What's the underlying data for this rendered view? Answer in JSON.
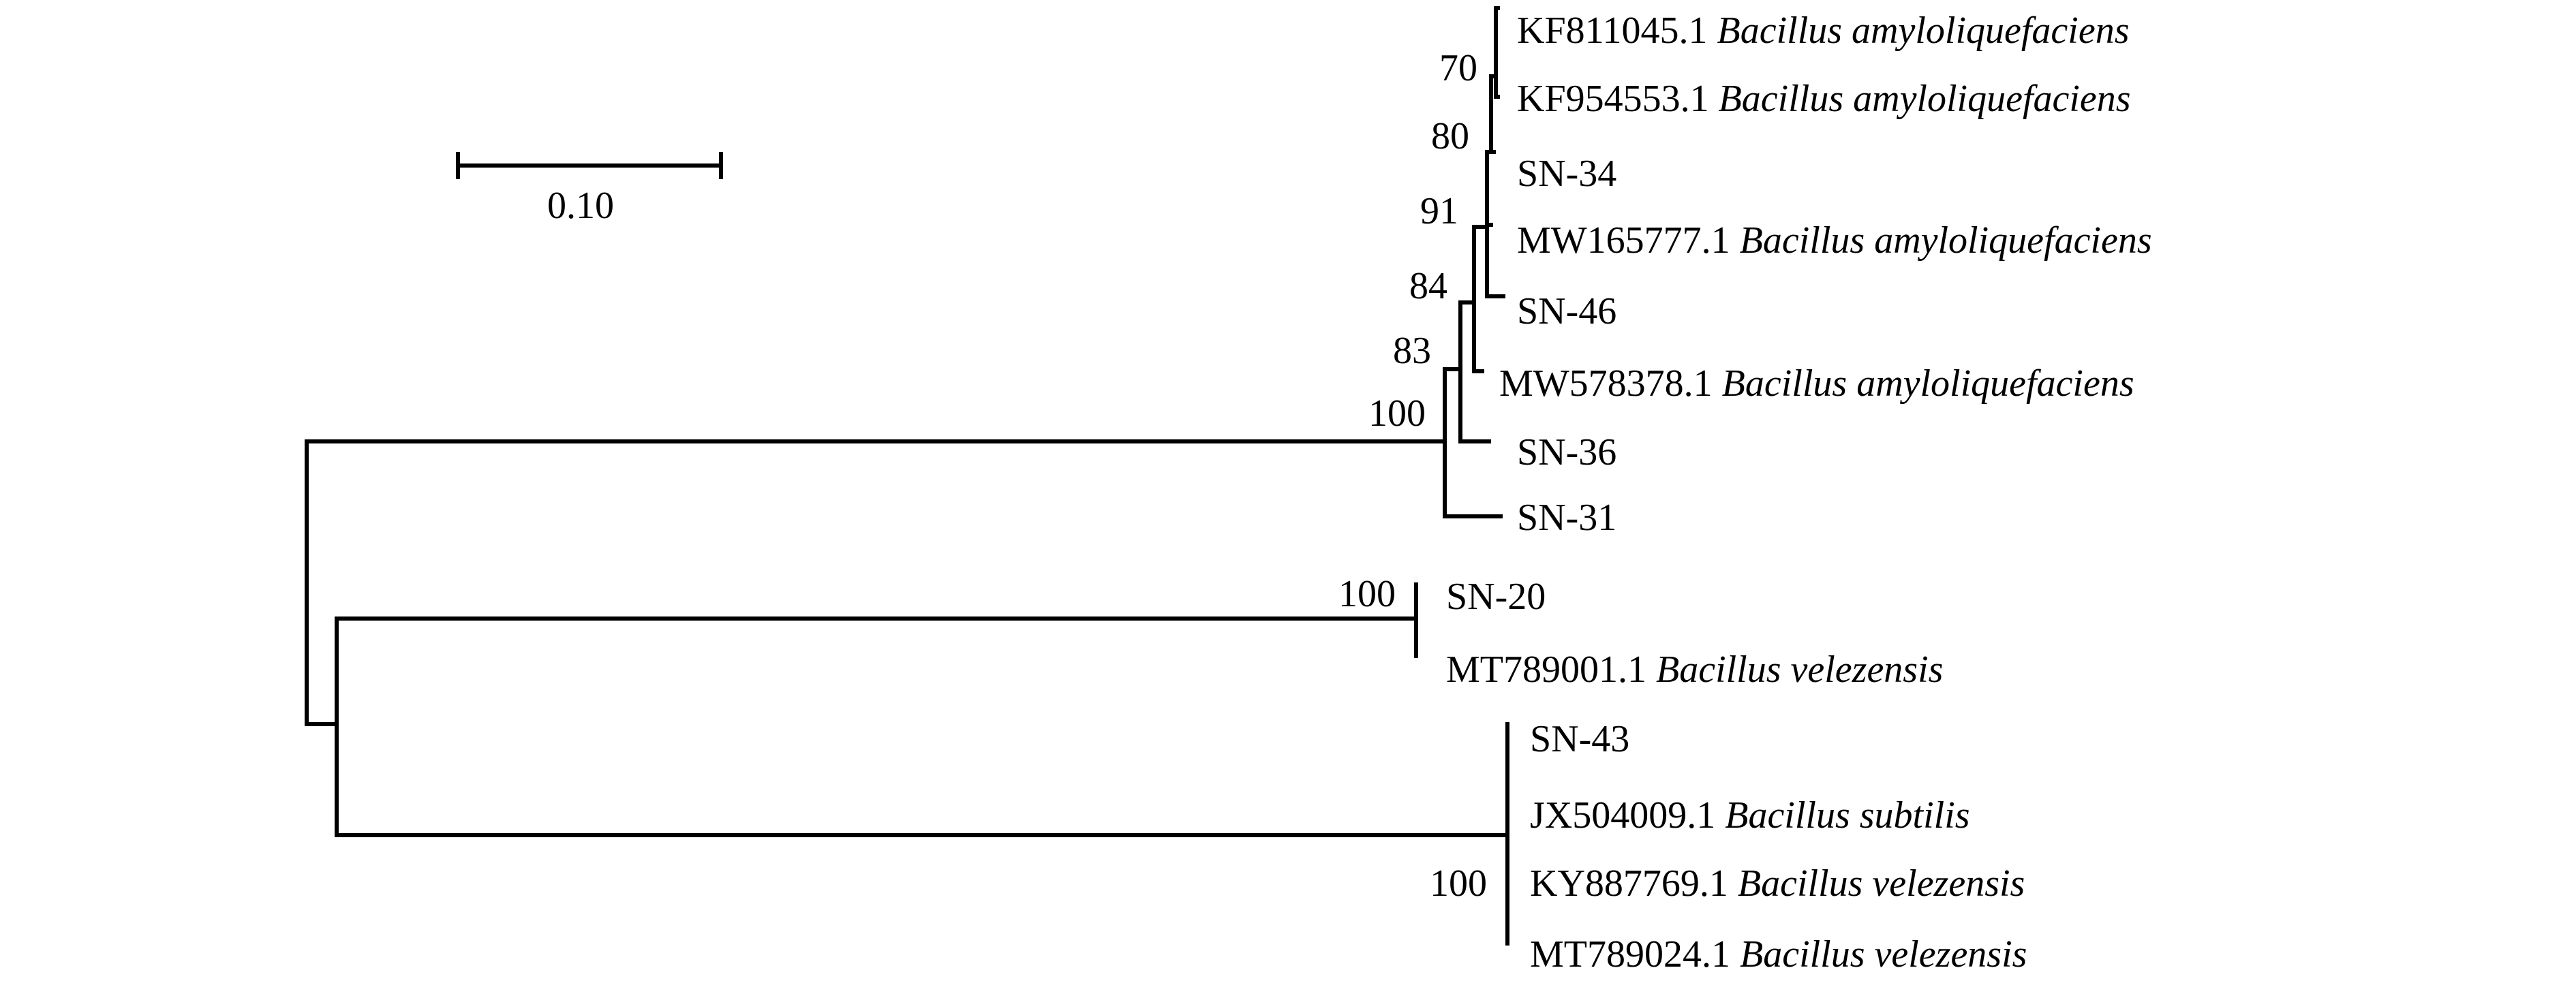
{
  "scale_bar": {
    "label": "0.10"
  },
  "taxa": [
    {
      "accession": "KF811045.1",
      "species": "Bacillus amyloliquefaciens"
    },
    {
      "accession": "KF954553.1",
      "species": "Bacillus amyloliquefaciens"
    },
    {
      "accession": "SN-34",
      "species": ""
    },
    {
      "accession": "MW165777.1",
      "species": "Bacillus amyloliquefaciens"
    },
    {
      "accession": "SN-46",
      "species": ""
    },
    {
      "accession": "MW578378.1",
      "species": "Bacillus amyloliquefaciens"
    },
    {
      "accession": "SN-36",
      "species": ""
    },
    {
      "accession": "SN-31",
      "species": ""
    },
    {
      "accession": "SN-20",
      "species": ""
    },
    {
      "accession": "MT789001.1",
      "species": "Bacillus velezensis"
    },
    {
      "accession": "SN-43",
      "species": ""
    },
    {
      "accession": "JX504009.1",
      "species": "Bacillus subtilis"
    },
    {
      "accession": "KY887769.1",
      "species": "Bacillus velezensis"
    },
    {
      "accession": "MT789024.1",
      "species": "Bacillus velezensis"
    }
  ],
  "bootstrap": [
    "70",
    "80",
    "91",
    "84",
    "83",
    "100",
    "100",
    "100"
  ]
}
